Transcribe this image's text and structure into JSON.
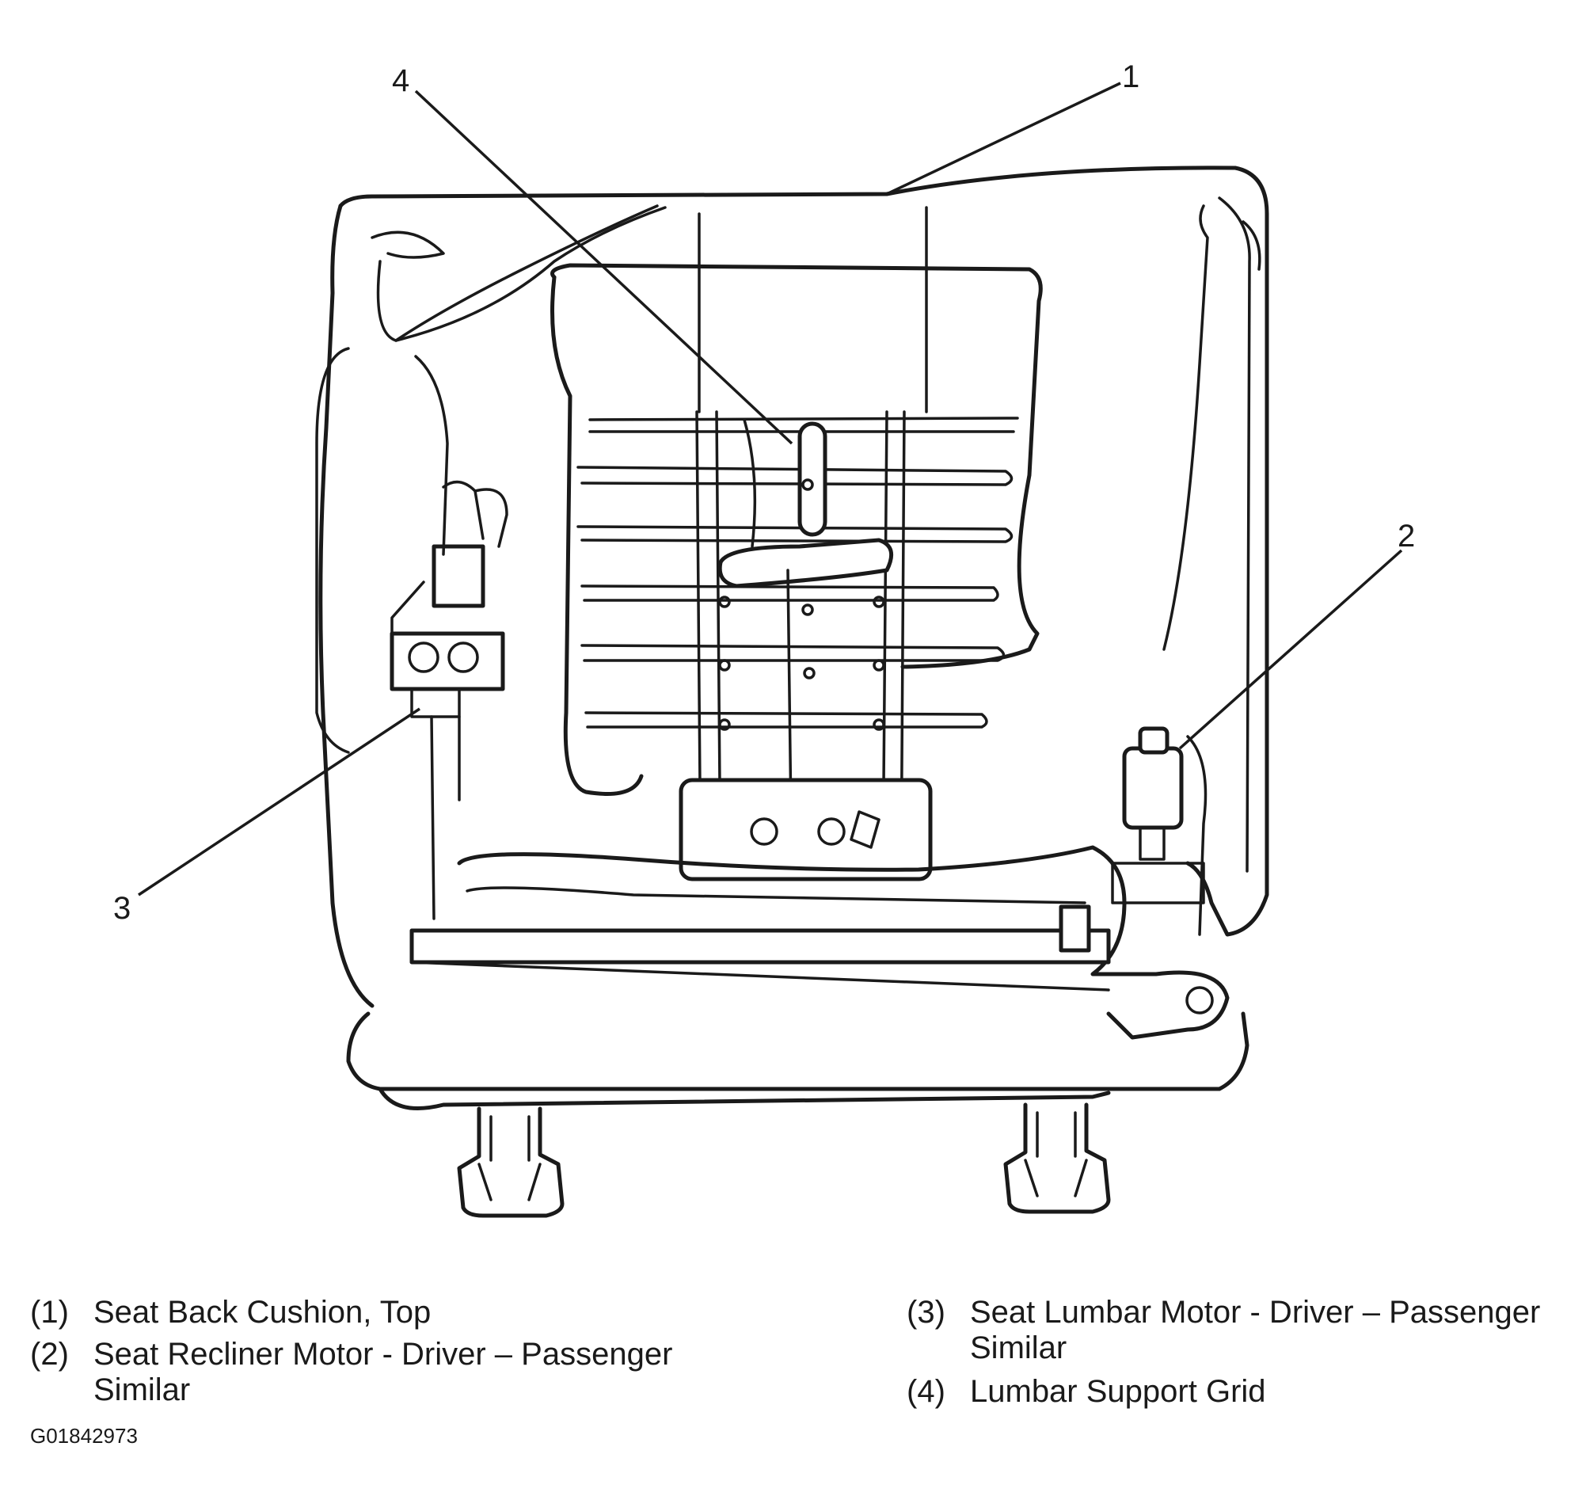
{
  "callouts": {
    "c1": "1",
    "c2": "2",
    "c3": "3",
    "c4": "4"
  },
  "legend": [
    {
      "num": "(1)",
      "text": "Seat Back Cushion, Top"
    },
    {
      "num": "(2)",
      "text": "Seat Recliner Motor - Driver – Passenger",
      "text2": "Similar"
    },
    {
      "num": "(3)",
      "text": "Seat Lumbar Motor - Driver – Passenger",
      "text2": "Similar"
    },
    {
      "num": "(4)",
      "text": "Lumbar Support Grid"
    }
  ],
  "figure_id": "G01842973"
}
